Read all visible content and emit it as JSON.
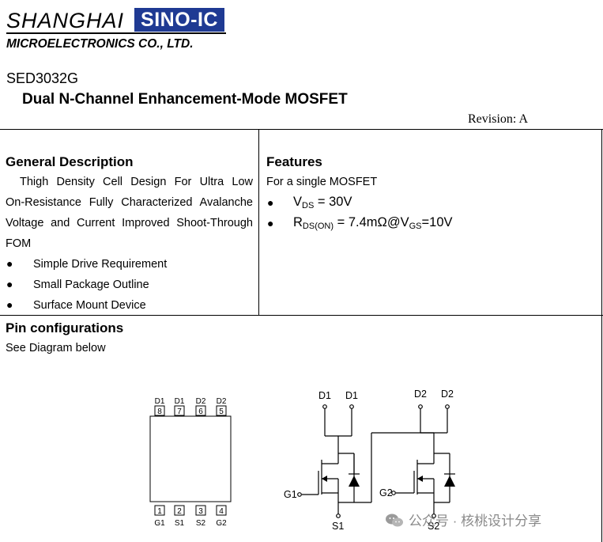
{
  "header": {
    "company_name": "SHANGHAI",
    "brand": "SINO-IC",
    "company_sub": "MICROELECTRONICS CO., LTD.",
    "part_number": "SED3032G",
    "title": "Dual N-Channel Enhancement-Mode MOSFET",
    "revision": "Revision: A"
  },
  "general_description": {
    "heading": "General Description",
    "lines": [
      "Thigh Density Cell Design For Ultra Low",
      "On-Resistance Fully Characterized Avalanche",
      "Voltage and Current Improved Shoot-Through",
      "FOM"
    ],
    "bullets": [
      "Simple Drive Requirement",
      "Small Package Outline",
      "Surface Mount Device"
    ]
  },
  "features": {
    "heading": "Features",
    "intro": "For a single MOSFET",
    "vds": {
      "symbol": "V",
      "sub": "DS",
      "value": " = 30V"
    },
    "rds": {
      "symbol": "R",
      "sub": "DS(ON)",
      "value1": " = 7.4mΩ@V",
      "sub2": "GS",
      "value2": "=10V"
    }
  },
  "pin_config": {
    "heading": "Pin configurations",
    "text": "See Diagram below",
    "top_pins": [
      {
        "label": "D1",
        "num": "8"
      },
      {
        "label": "D1",
        "num": "7"
      },
      {
        "label": "D2",
        "num": "6"
      },
      {
        "label": "D2",
        "num": "5"
      }
    ],
    "bottom_pins": [
      {
        "label": "G1",
        "num": "1"
      },
      {
        "label": "S1",
        "num": "2"
      },
      {
        "label": "S2",
        "num": "3"
      },
      {
        "label": "G2",
        "num": "4"
      }
    ]
  },
  "schematic": {
    "d1a": "D1",
    "d1b": "D1",
    "d2a": "D2",
    "d2b": "D2",
    "g1": "G1",
    "g2": "G2",
    "s1": "S1",
    "s2": "S2"
  },
  "watermark": {
    "text": "公众号 · 核桃设计分享"
  }
}
